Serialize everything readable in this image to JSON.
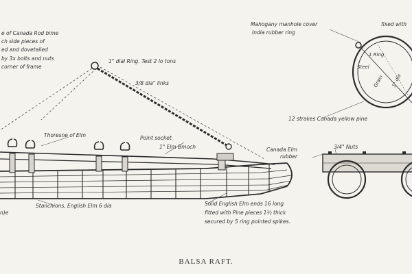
{
  "caption": "BALSA RAFT.",
  "labels": {
    "frame_note_1": "e of Canada Rod bime",
    "frame_note_2": "ch side pieces of",
    "frame_note_3": "ed and dovetailed",
    "frame_note_4": "by 3x bolts and nuts",
    "frame_note_5": "corner of frame",
    "ring_test": "1\" dial Ring. Test 2 lo tons",
    "chain": "3/8 dia\" links",
    "tholes": "Thoresne of Elm",
    "point_socket": "Point socket",
    "elm_block": "1\" Elm Bmoch",
    "canada_elm": "Canada Elm",
    "rubber": "rubber",
    "nuts": "3/4\" Nuts",
    "stanchions": "Stanchions, English Elm 6 dia",
    "bottom_left": "n)e",
    "ends_1": "Solid English Elm ends 16 long",
    "ends_2": "fitted with Pine pieces 1½ thick",
    "ends_3": "secured by 5 ring pointed spikes.",
    "manhole_1": "Mahogany manhole cover",
    "manhole_2": "fixed with",
    "manhole_3": "India rubber ring",
    "ring_lbl": "1 Ring",
    "steel_lbl": "Steel",
    "wood_lbl": "Grain",
    "diam_lbl": "1\" dia",
    "strakes": "12 strakes Canada yellow pine"
  }
}
